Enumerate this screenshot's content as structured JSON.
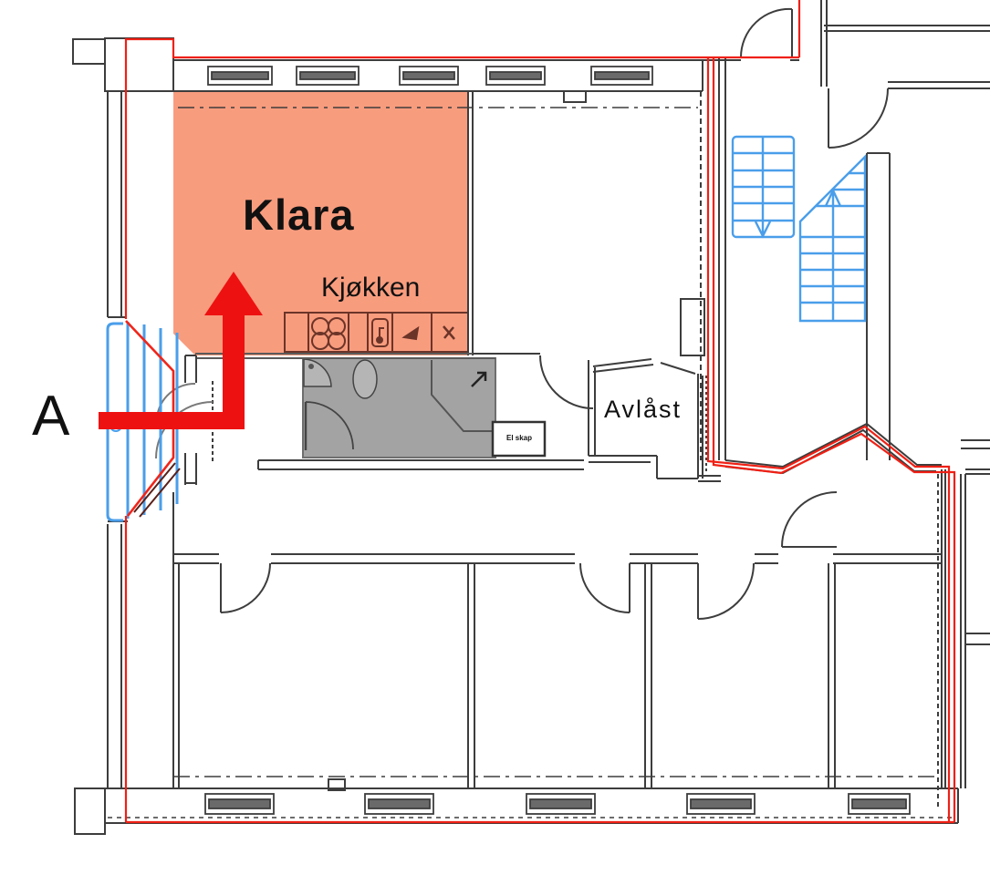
{
  "plan": {
    "rooms": {
      "highlighted_room": "Klara",
      "kitchen": "Kjøkken",
      "locked_room": "Avlåst",
      "electrical_cabinet": "El skap"
    },
    "section_marker": "A"
  },
  "colors": {
    "highlight_orange": "#F89C7E",
    "escape_red": "#EF2015",
    "arrow_red": "#EE1111",
    "stairs_blue": "#4A9EEA",
    "bay_red": "#F0251A",
    "wet_room_gray": "#A3A3A3",
    "wall_dark": "#3D3D3D",
    "fixture_gray": "#B5B5B5"
  }
}
